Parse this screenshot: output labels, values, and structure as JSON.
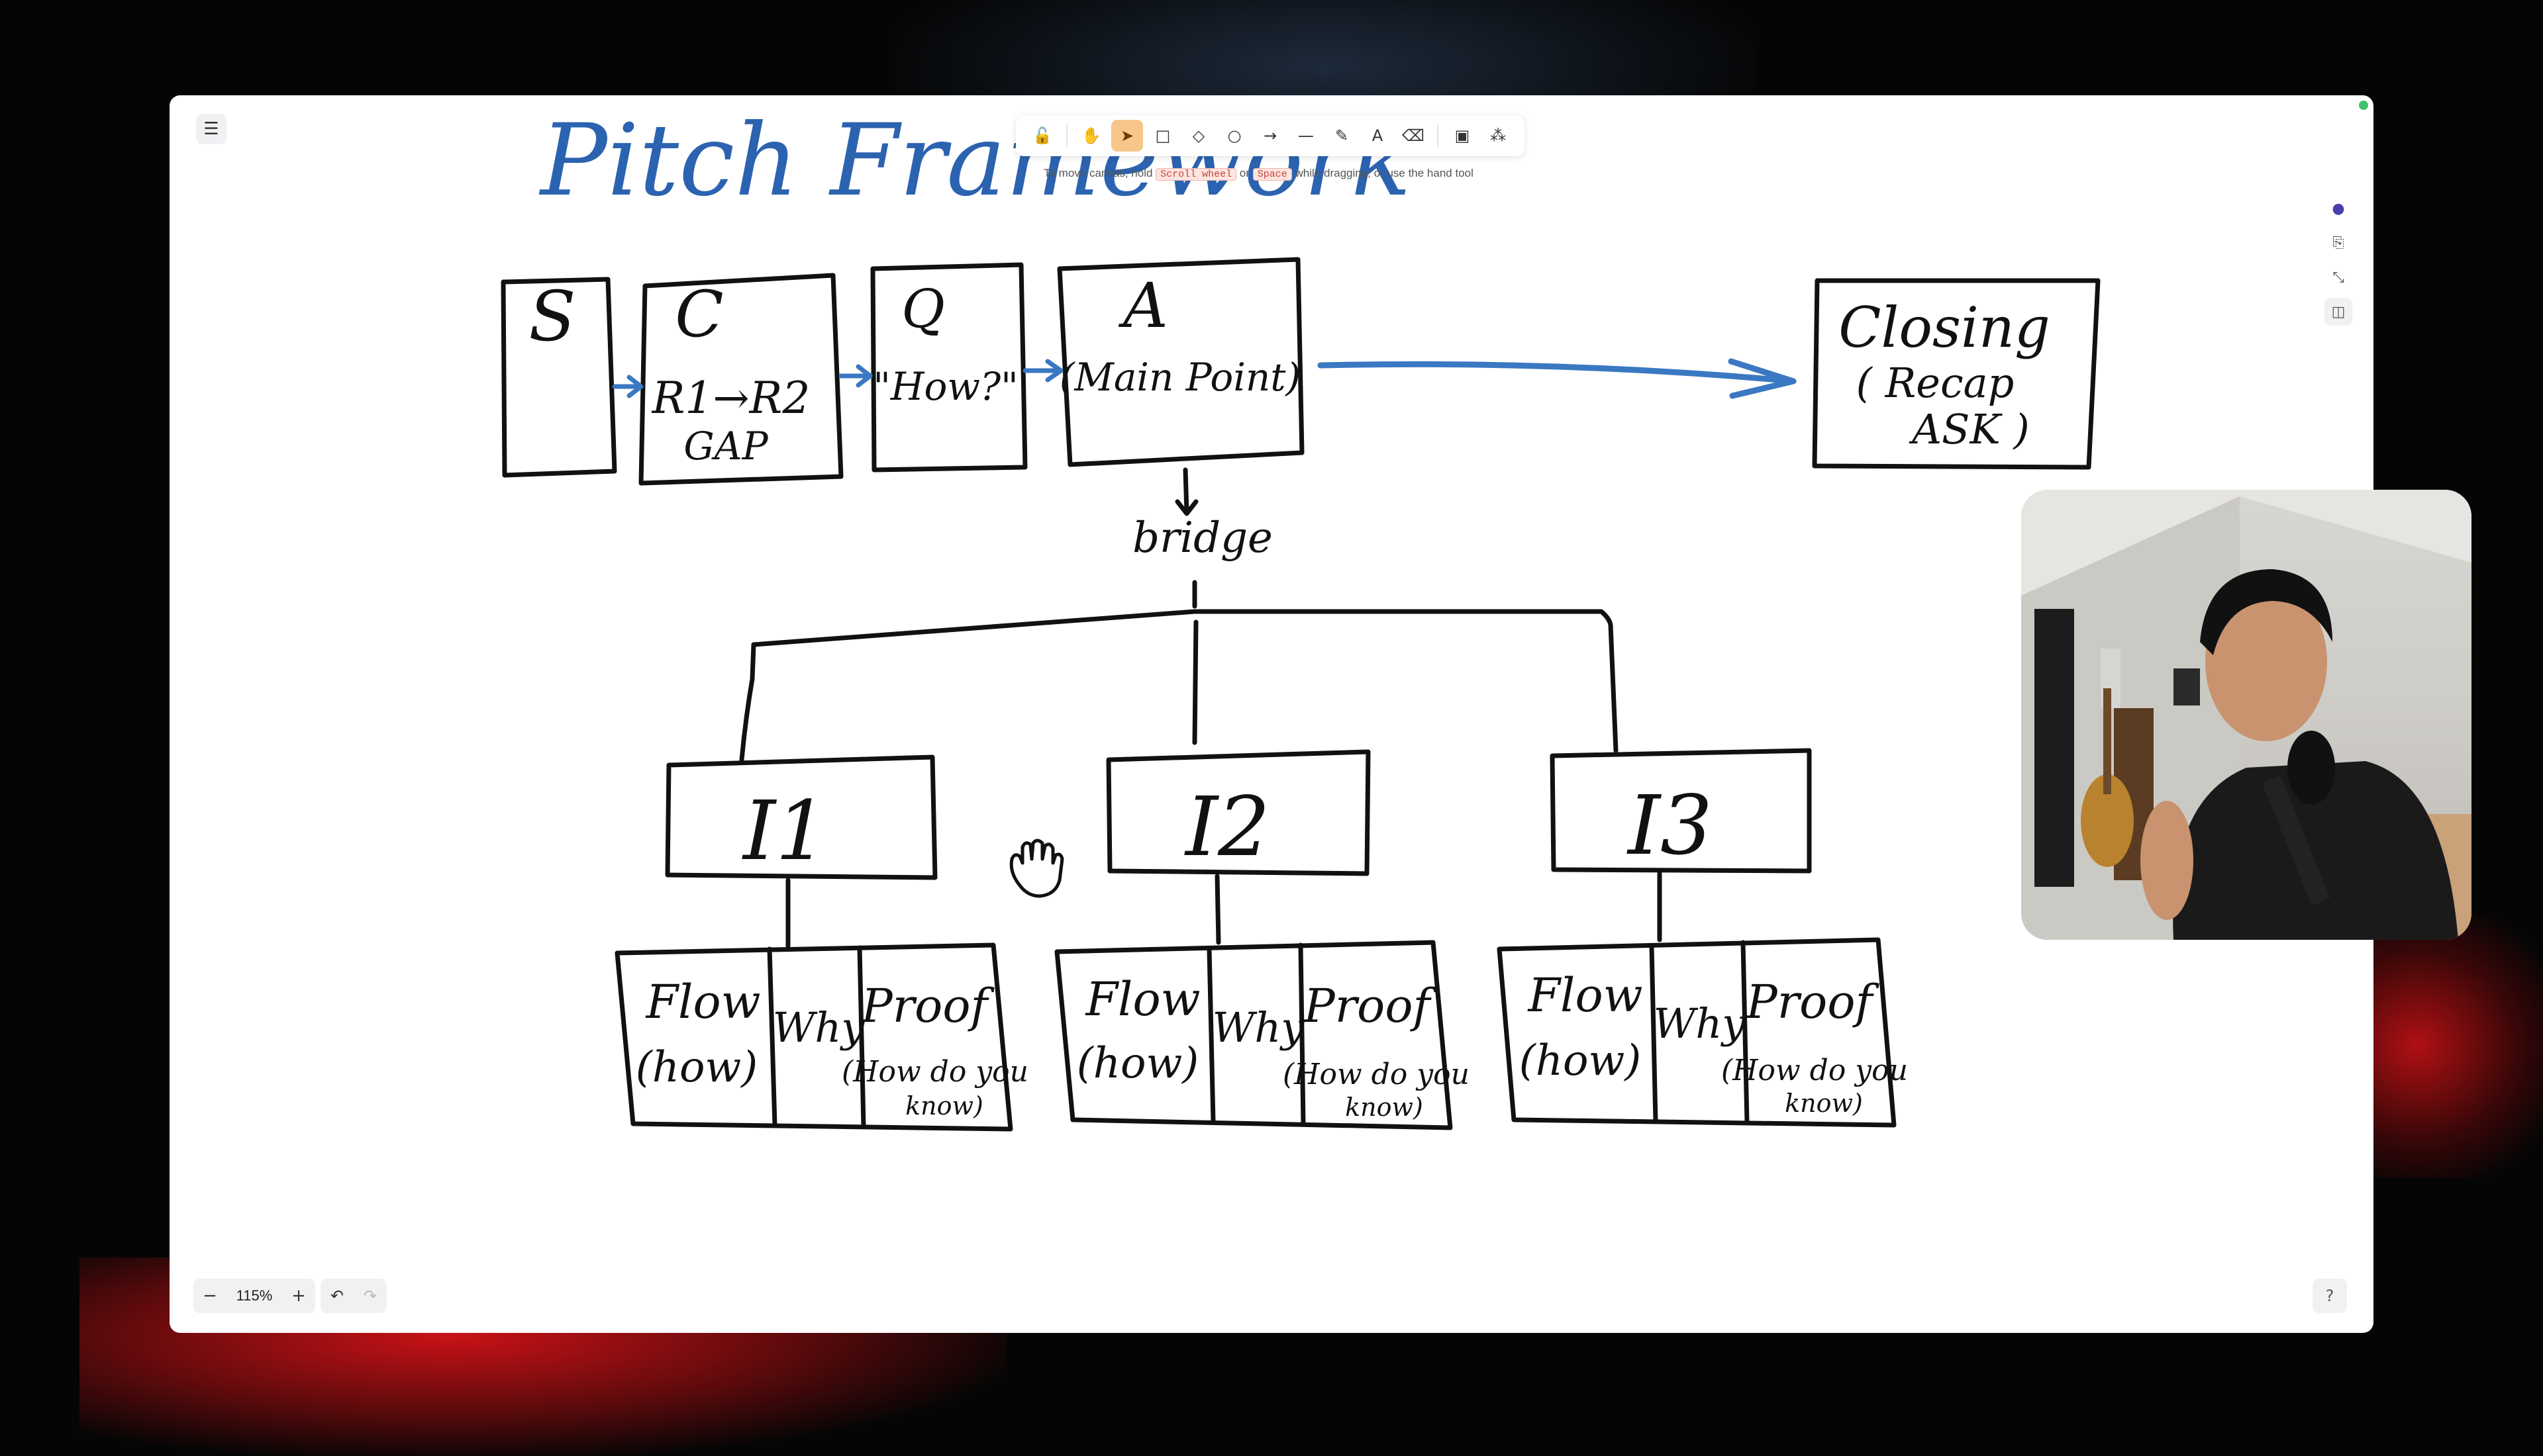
{
  "title_text": "Pitch Framework",
  "toolbar": {
    "tools": [
      {
        "name": "lock-tool",
        "icon": "lock-icon",
        "glyph": "🔓"
      },
      {
        "name": "hand-tool",
        "icon": "hand-icon",
        "glyph": "✋"
      },
      {
        "name": "selection-tool",
        "icon": "pointer-icon",
        "glyph": "➤",
        "active": true
      },
      {
        "name": "rectangle-tool",
        "icon": "rectangle-icon",
        "glyph": "□"
      },
      {
        "name": "diamond-tool",
        "icon": "diamond-icon",
        "glyph": "◇"
      },
      {
        "name": "ellipse-tool",
        "icon": "ellipse-icon",
        "glyph": "○"
      },
      {
        "name": "arrow-tool",
        "icon": "arrow-icon",
        "glyph": "→"
      },
      {
        "name": "line-tool",
        "icon": "line-icon",
        "glyph": "—"
      },
      {
        "name": "draw-tool",
        "icon": "pencil-icon",
        "glyph": "✎"
      },
      {
        "name": "text-tool",
        "icon": "text-icon",
        "glyph": "A"
      },
      {
        "name": "eraser-tool",
        "icon": "eraser-icon",
        "glyph": "⌫"
      },
      {
        "name": "image-tool",
        "icon": "image-icon",
        "glyph": "▣"
      },
      {
        "name": "library-tool",
        "icon": "shapes-icon",
        "glyph": "⁂"
      }
    ]
  },
  "hint": {
    "before": "To move canvas, hold",
    "key1": "Scroll wheel",
    "middle": "or",
    "key2": "Space",
    "after": "while dragging, or use the hand tool"
  },
  "zoom": {
    "level": "115%",
    "minus": "−",
    "plus": "+"
  },
  "history": {
    "undo": "↶",
    "redo": "↷"
  },
  "help_glyph": "?",
  "menu_glyph": "☰",
  "side_tools": [
    {
      "name": "theme-icon",
      "glyph": "●"
    },
    {
      "name": "export-icon",
      "glyph": "⎘"
    },
    {
      "name": "fullscreen-icon",
      "glyph": "⤡"
    },
    {
      "name": "sidebar-icon",
      "glyph": "◫"
    }
  ],
  "diagram": {
    "s_label": "S",
    "c_label": "C",
    "c_sub1": "R1→R2",
    "c_sub2": "GAP",
    "q_label": "Q",
    "q_sub": "\"How?\"",
    "a_label": "A",
    "a_sub": "(Main Point)",
    "closing_label": "Closing",
    "closing_sub1": "( Recap",
    "closing_sub2": "ASK )",
    "bridge_label": "bridge",
    "i1_label": "I1",
    "i2_label": "I2",
    "i3_label": "I3",
    "flow_label": "Flow",
    "flow_sub": "(how)",
    "why_label": "Why",
    "proof_label": "Proof",
    "proof_sub1": "(How do you",
    "proof_sub2": "know)"
  },
  "colors": {
    "title_blue": "#2c63b0",
    "arrow_blue": "#3a78c2",
    "ink": "#111111",
    "active_tool": "#f7c68a"
  }
}
